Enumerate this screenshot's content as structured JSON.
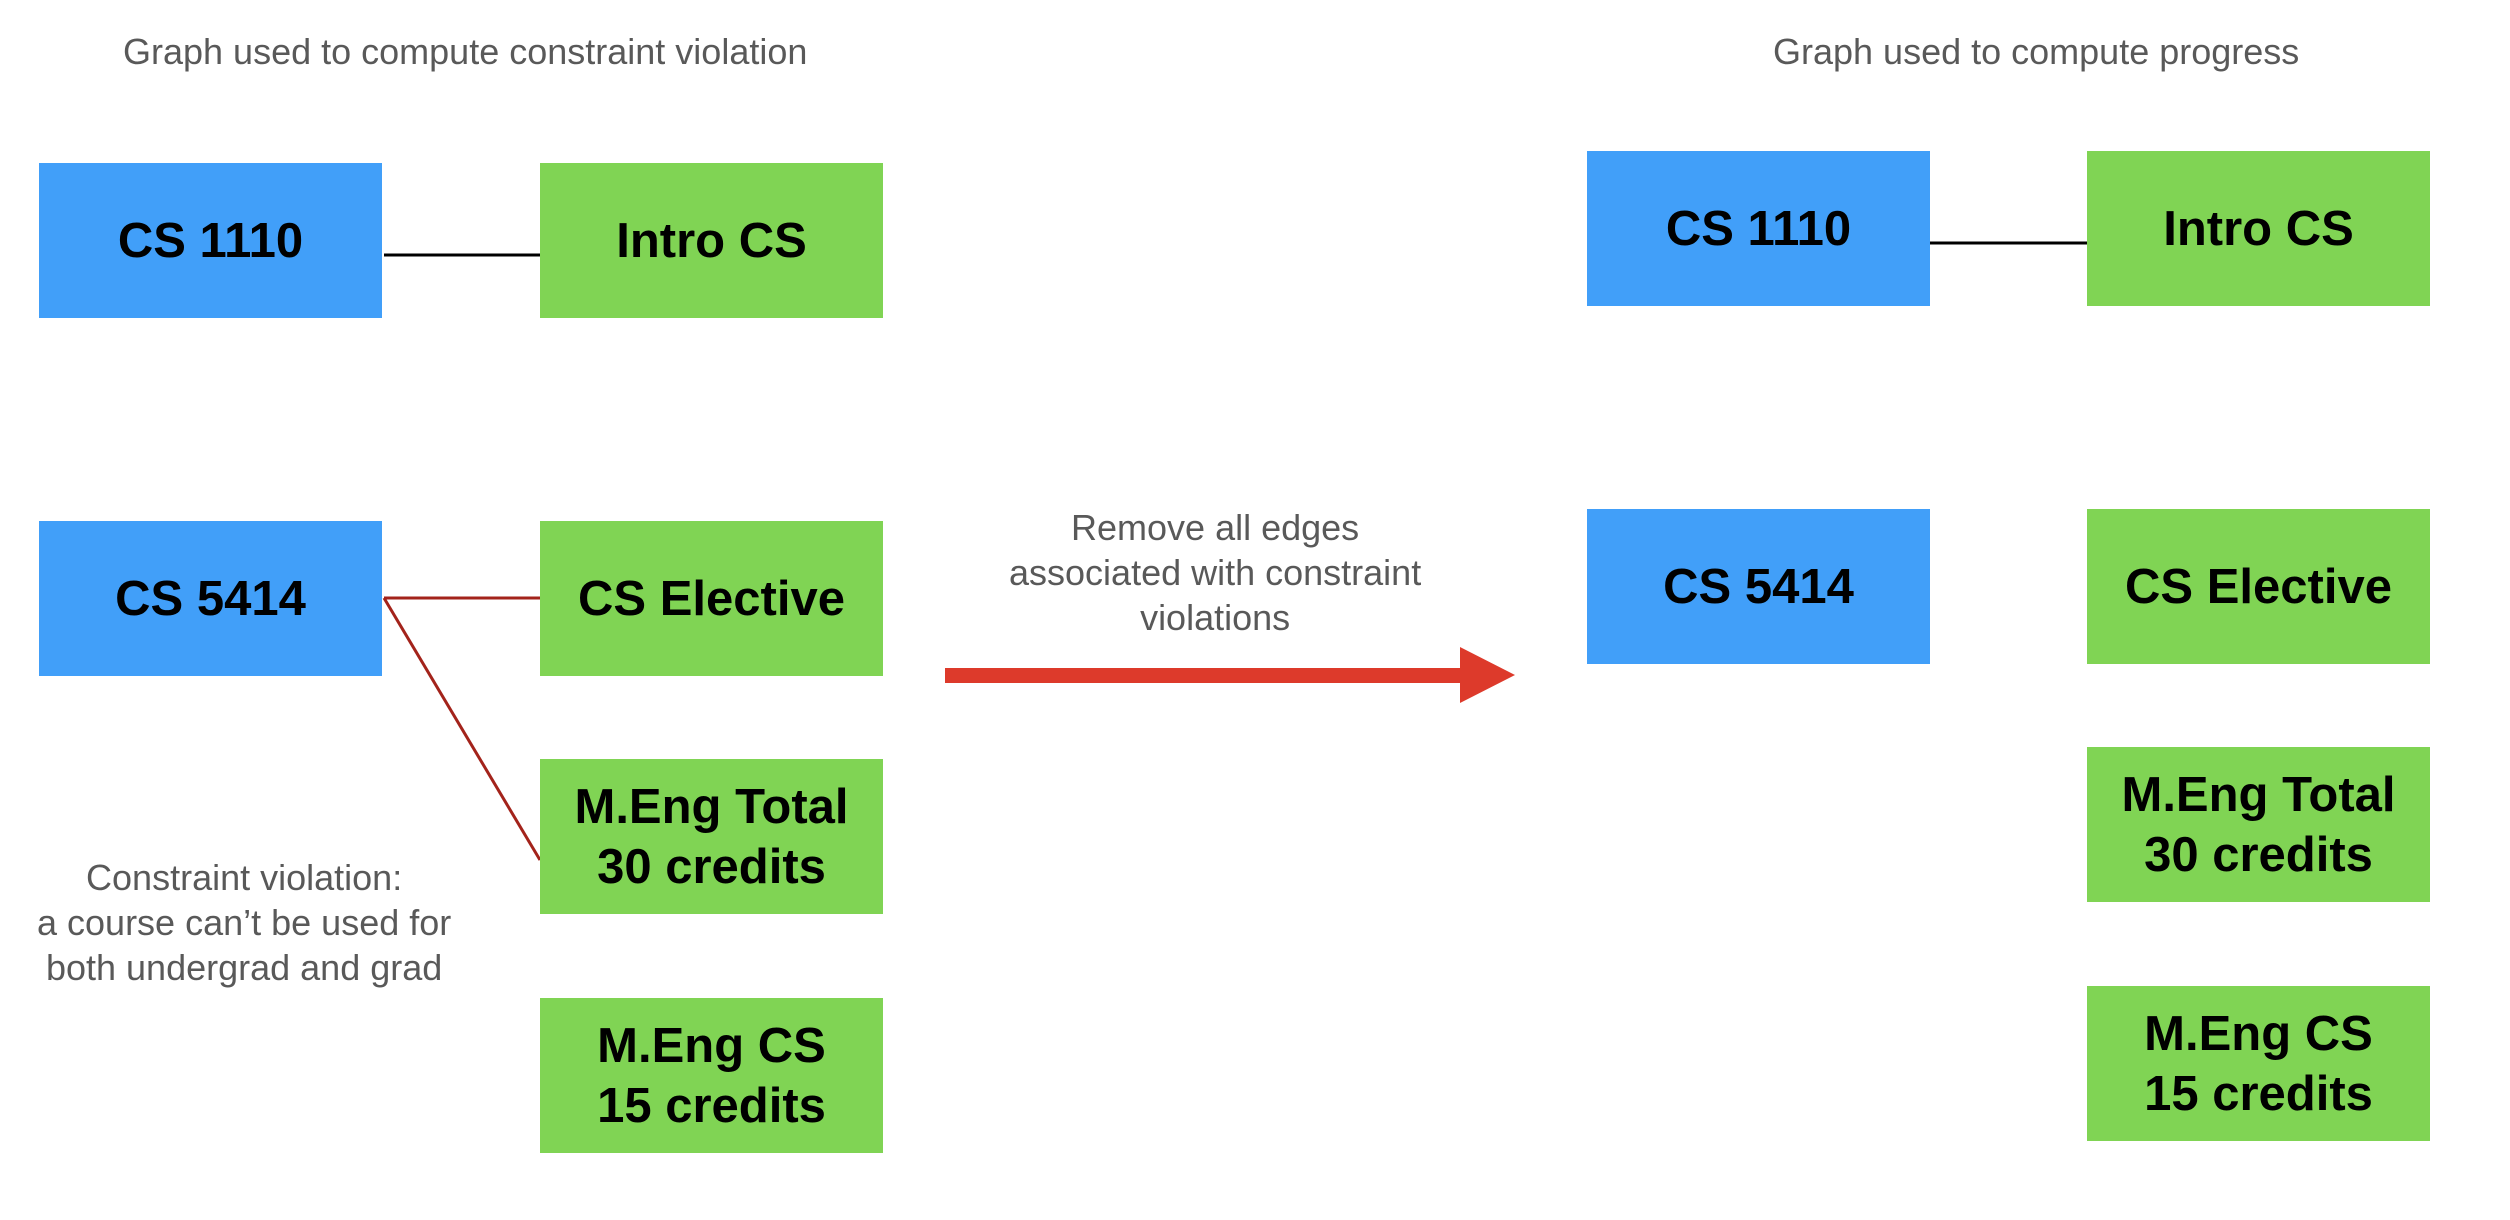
{
  "captions": {
    "left_title": "Graph used to compute constraint violation",
    "right_title": "Graph used to compute progress",
    "transform_label": "Remove all edges\nassociated with constraint\nviolations",
    "violation_note": "Constraint violation:\na course can’t be used for\nboth undergrad and grad"
  },
  "left_graph": {
    "courses": [
      "CS 1110",
      "CS 5414"
    ],
    "requirements": [
      "Intro CS",
      "CS Elective",
      "M.Eng Total\n30 credits",
      "M.Eng CS\n15 credits"
    ]
  },
  "right_graph": {
    "courses": [
      "CS 1110",
      "CS 5414"
    ],
    "requirements": [
      "Intro CS",
      "CS Elective",
      "M.Eng Total\n30 credits",
      "M.Eng CS\n15 credits"
    ]
  },
  "colors": {
    "course_fill": "#419FF9",
    "requirement_fill": "#80D454",
    "normal_edge": "#000000",
    "violation_edge": "#A3231B",
    "arrow": "#DD3A2B",
    "caption_text": "#595959"
  }
}
